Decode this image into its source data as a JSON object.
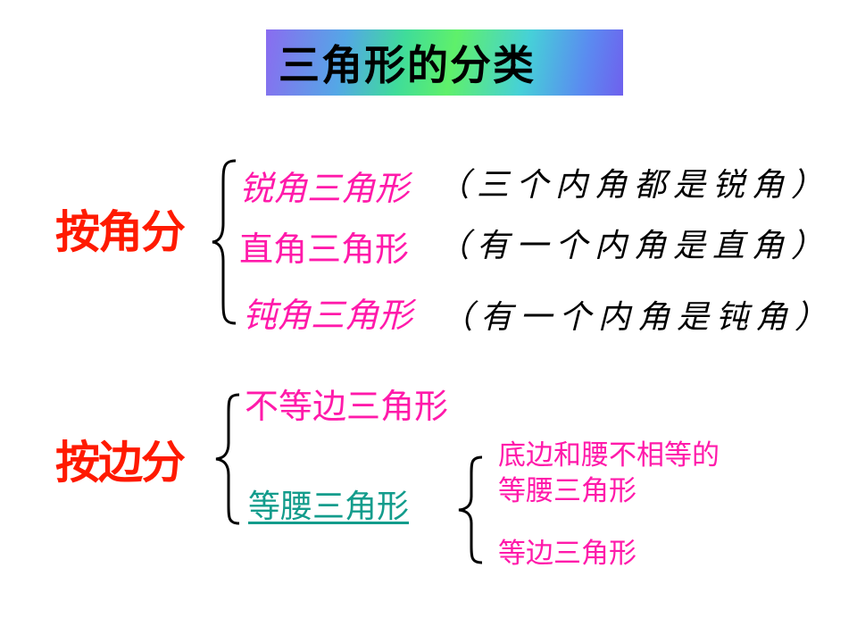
{
  "title": "三角形的分类",
  "by_angle": {
    "label": "按角分",
    "items": [
      {
        "name": "锐角三角形",
        "note": "（三个内角都是锐角）"
      },
      {
        "name": "直角三角形",
        "note": "（有一个内角是直角）"
      },
      {
        "name": "钝角三角形",
        "note": "（有一个内角是钝角）"
      }
    ]
  },
  "by_side": {
    "label": "按边分",
    "items": [
      {
        "name": "不等边三角形"
      },
      {
        "name": "等腰三角形"
      }
    ],
    "isosceles_sub": {
      "line1": "底边和腰不相等的",
      "line2": "等腰三角形",
      "equilateral": "等边三角形"
    }
  },
  "colors": {
    "category": "#ff1a00",
    "item": "#ff1aaa",
    "link": "#139c8c",
    "note": "#000000"
  }
}
